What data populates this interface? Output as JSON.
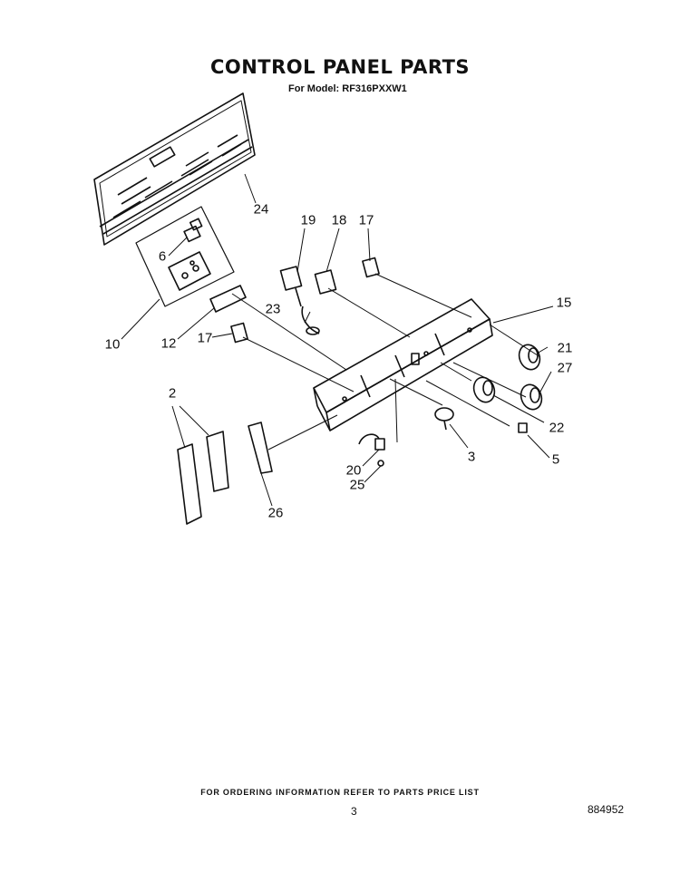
{
  "title": "CONTROL PANEL PARTS",
  "subtitle": "For Model: RF316PXXW1",
  "callouts": [
    {
      "id": "24",
      "label": "24"
    },
    {
      "id": "19",
      "label": "19"
    },
    {
      "id": "18",
      "label": "18"
    },
    {
      "id": "17a",
      "label": "17"
    },
    {
      "id": "6",
      "label": "6"
    },
    {
      "id": "15",
      "label": "15"
    },
    {
      "id": "23",
      "label": "23"
    },
    {
      "id": "10",
      "label": "10"
    },
    {
      "id": "12",
      "label": "12"
    },
    {
      "id": "17b",
      "label": "17"
    },
    {
      "id": "21",
      "label": "21"
    },
    {
      "id": "27",
      "label": "27"
    },
    {
      "id": "2",
      "label": "2"
    },
    {
      "id": "22",
      "label": "22"
    },
    {
      "id": "3",
      "label": "3"
    },
    {
      "id": "5",
      "label": "5"
    },
    {
      "id": "20",
      "label": "20"
    },
    {
      "id": "25",
      "label": "25"
    },
    {
      "id": "26",
      "label": "26"
    }
  ],
  "footer": {
    "ordering_note": "FOR ORDERING INFORMATION REFER TO PARTS PRICE LIST",
    "page_number": "3",
    "doc_number": "884952"
  }
}
